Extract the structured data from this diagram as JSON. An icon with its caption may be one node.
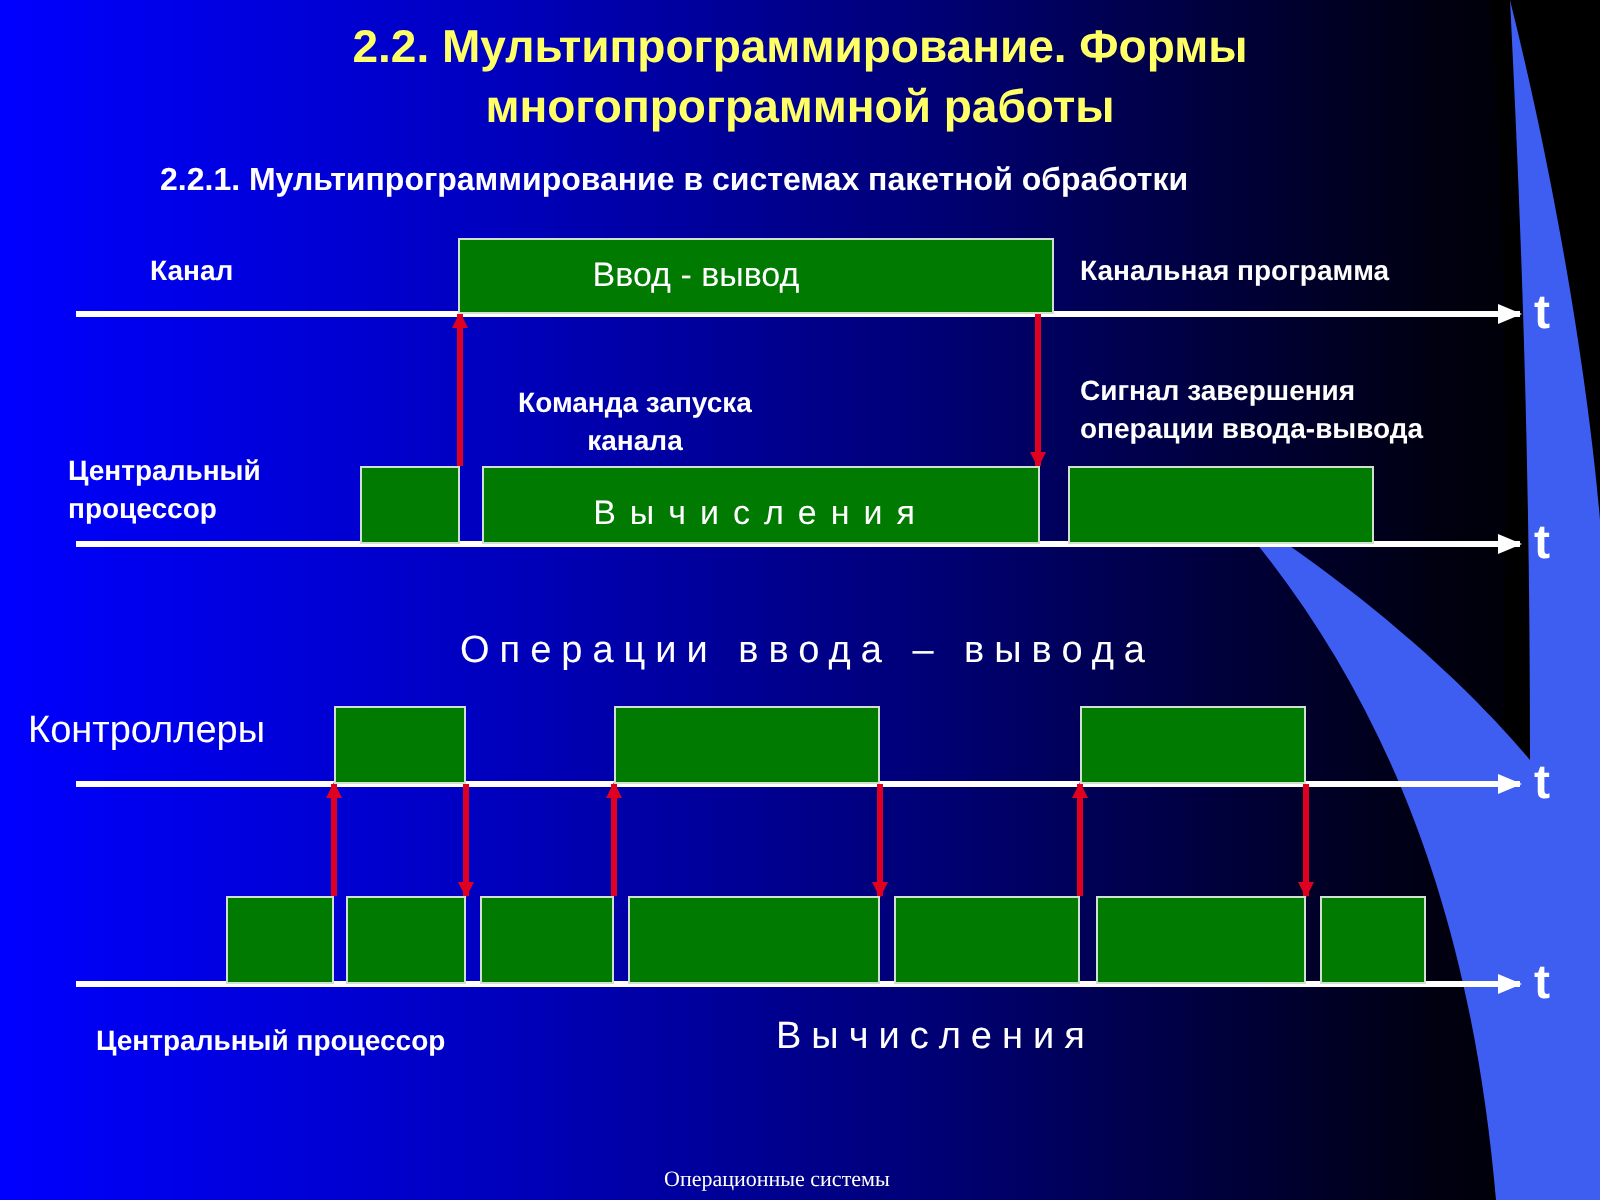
{
  "diagram": {
    "title": "2.2. Мультипрограммирование. Формы многопрограммной работы",
    "nodes": [
      {
        "text": [
          "Ввод - вывод"
        ]
      },
      {
        "text": [],
        "shape": "bar"
      },
      {
        "text": [
          "Вычисления"
        ]
      },
      {
        "text": [],
        "shape": "bar"
      },
      {
        "text": [],
        "shape": "bar"
      },
      {
        "text": [],
        "shape": "bar"
      },
      {
        "text": [],
        "shape": "bar"
      },
      {
        "text": [],
        "shape": "bar"
      },
      {
        "text": [],
        "shape": "bar"
      },
      {
        "text": [],
        "shape": "bar"
      },
      {
        "text": [],
        "shape": "bar"
      },
      {
        "text": [],
        "shape": "bar"
      },
      {
        "text": [],
        "shape": "bar"
      },
      {
        "text": [],
        "shape": "bar"
      }
    ],
    "edges": [
      {
        "from": 1,
        "to": 0,
        "arrow": "to"
      },
      {
        "from": 0,
        "to": 2,
        "arrow": "to"
      },
      {
        "from": 7,
        "to": 4,
        "arrow": "to"
      },
      {
        "from": 4,
        "to": 8,
        "arrow": "to"
      },
      {
        "from": 9,
        "to": 5,
        "arrow": "to"
      },
      {
        "from": 5,
        "to": 10,
        "arrow": "to"
      },
      {
        "from": 11,
        "to": 6,
        "arrow": "to"
      },
      {
        "from": 6,
        "to": 12,
        "arrow": "to"
      }
    ],
    "labels": [
      "2.2.1. Мультипрограммирование в системах пакетной обработки",
      "Канал",
      "Канальная программа",
      "t",
      "Команда запуска канала",
      "Сигнал завершения операции ввода-вывода",
      "Центральный процессор",
      "t",
      "Операции ввода – вывода",
      "Контроллеры",
      "t",
      "t",
      "Центральный процессор",
      "Вычисления",
      "Операционные системы"
    ]
  }
}
